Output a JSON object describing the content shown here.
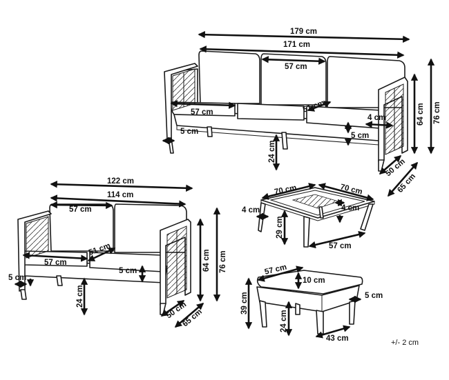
{
  "dimensions": {
    "sofa3_width_total": "179 cm",
    "sofa3_width_inner": "171 cm",
    "sofa3_back_cushion": "57 cm",
    "sofa3_seat_cushion": "57 cm",
    "sofa3_seat_depth": "51 cm",
    "sofa3_arm_inset": "4 cm",
    "sofa3_cushion_thickness": "5 cm",
    "sofa3_leg_inset": "5 cm",
    "sofa3_seat_height": "24 cm",
    "sofa3_arm_height": "64 cm",
    "sofa3_total_height": "76 cm",
    "sofa3_inner_depth": "50 cm",
    "sofa3_total_depth": "65 cm",
    "sofa2_width_total": "122 cm",
    "sofa2_width_inner": "114 cm",
    "sofa2_back_cushion": "57 cm",
    "sofa2_seat_cushion": "57 cm",
    "sofa2_seat_depth": "51 cm",
    "sofa2_cushion_thickness": "5 cm",
    "sofa2_leg_inset": "5 cm",
    "sofa2_seat_height": "24 cm",
    "sofa2_arm_height": "64 cm",
    "sofa2_total_height": "76 cm",
    "sofa2_inner_depth": "50 cm",
    "sofa2_total_depth": "65 cm",
    "table_width": "70 cm",
    "table_depth": "70 cm",
    "table_inset_left": "4 cm",
    "table_inset_right": "4 cm",
    "table_height": "29 cm",
    "table_leg_span": "57 cm",
    "ottoman_width": "57 cm",
    "ottoman_cushion": "10 cm",
    "ottoman_inset": "5 cm",
    "ottoman_height": "39 cm",
    "ottoman_leg_height": "24 cm",
    "ottoman_leg_span": "43 cm"
  },
  "tolerance": "+/- 2 cm"
}
